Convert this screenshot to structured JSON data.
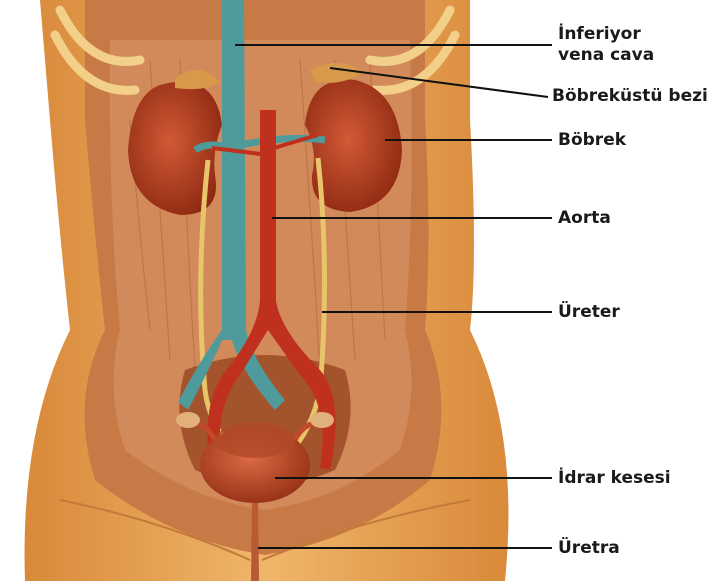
{
  "labels": {
    "inferior_vena_cava_line1": "İnferiyor",
    "inferior_vena_cava_line2": "vena cava",
    "adrenal_gland": "Böbreküstü bezi",
    "kidney": "Böbrek",
    "aorta": "Aorta",
    "ureter": "Üreter",
    "bladder": "İdrar kesesi",
    "urethra": "Üretra"
  },
  "colors": {
    "background": "#ffffff",
    "skin": "#e8a95a",
    "muscle": "#d98a55",
    "kidney": "#b63a1c",
    "vena_cava": "#4f9a9a",
    "aorta": "#c0301e",
    "ureter": "#e8c46a",
    "bladder": "#c24a28",
    "leader_line": "#111111"
  }
}
